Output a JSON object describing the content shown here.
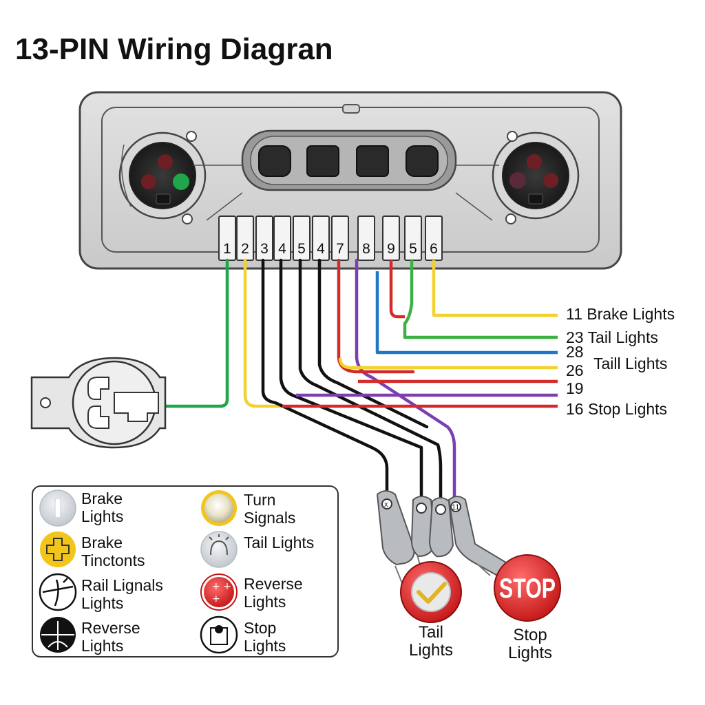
{
  "title": "13-PIN Wiring Diagran",
  "pins": [
    "1",
    "2",
    "3",
    "4",
    "5",
    "4",
    "7",
    "8",
    "9",
    "5",
    "6"
  ],
  "outputs": [
    {
      "label": "11 Brake Lights",
      "color": "#f2d22e"
    },
    {
      "label": "23 Tail Lights",
      "color": "#3cb043"
    },
    {
      "label": "28",
      "color": "#1f77c8"
    },
    {
      "label": "26",
      "color": "#f2d22e"
    },
    {
      "label": "Taill Lights",
      "color": ""
    },
    {
      "label": "19",
      "color": "#d42a2a"
    },
    {
      "label": "",
      "color": "#7b3fb0"
    },
    {
      "label": "16 Stop Lights",
      "color": "#d42a2a"
    }
  ],
  "legend": {
    "items": [
      {
        "line1": "Brake",
        "line2": "Lights",
        "icon": "brake-lights-icon"
      },
      {
        "line1": "Turn",
        "line2": "Signals",
        "icon": "turn-signals-icon"
      },
      {
        "line1": "Brake",
        "line2": "Tinctonts",
        "icon": "brake-tinctonts-icon"
      },
      {
        "line1": "Tail Lights",
        "line2": "",
        "icon": "tail-lights-icon"
      },
      {
        "line1": "Rail Lignals",
        "line2": "Lights",
        "icon": "rail-lignals-icon"
      },
      {
        "line1": "Reverse",
        "line2": "Lights",
        "icon": "reverse-lights-red-icon"
      },
      {
        "line1": "Reverse",
        "line2": "Lights",
        "icon": "reverse-lights-black-icon"
      },
      {
        "line1": "Stop",
        "line2": "Lights",
        "icon": "stop-lights-icon"
      }
    ]
  },
  "connector_tags": [
    "x",
    "11"
  ],
  "bulbs": {
    "tail": {
      "line1": "Tail",
      "line2": "Lights"
    },
    "stop": {
      "sign": "STOP",
      "line1": "Stop",
      "line2": "Lights"
    }
  },
  "colors": {
    "green": "#3cb043",
    "yellow": "#f2d22e",
    "black": "#111111",
    "red": "#d42a2a",
    "purple": "#7b3fb0",
    "blue": "#1f77c8",
    "white": "#e8e8e8"
  }
}
